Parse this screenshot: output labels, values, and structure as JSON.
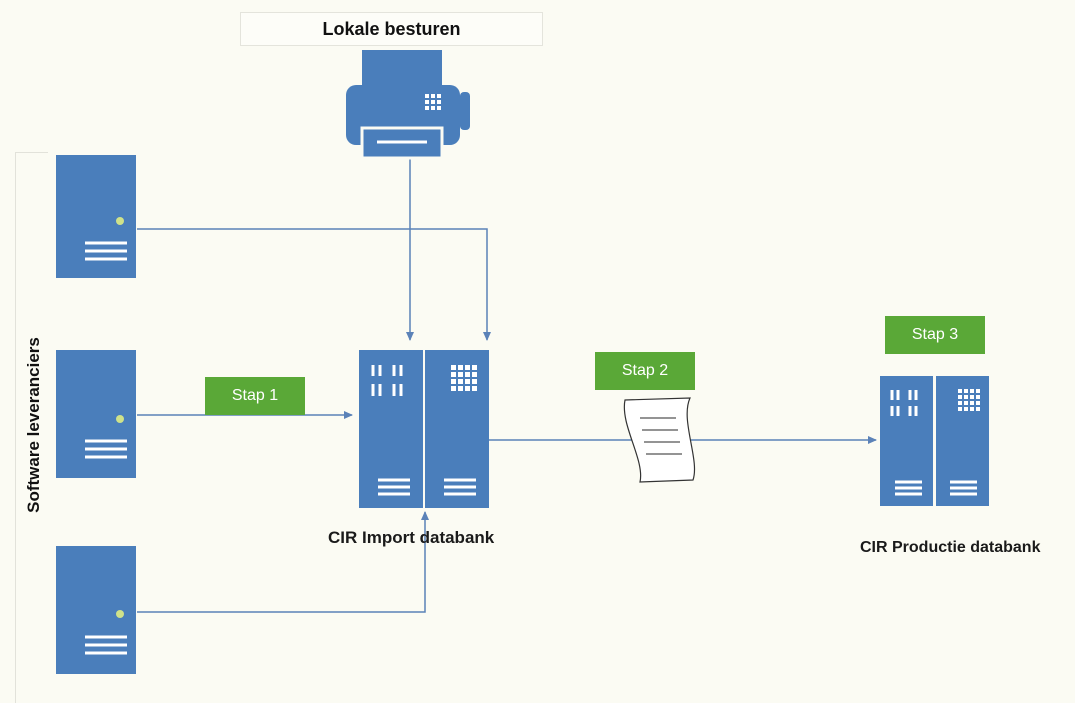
{
  "title": "Lokale besturen",
  "side_label": "Software leveranciers",
  "steps": {
    "stap1": "Stap 1",
    "stap2": "Stap 2",
    "stap3": "Stap 3"
  },
  "labels": {
    "import_db": "CIR Import databank",
    "production_db": "CIR Productie databank"
  },
  "colors": {
    "server_blue": "#4a7ebb",
    "step_green": "#5aa837",
    "connector": "#5b82b8",
    "background": "#fbfbf3"
  },
  "icons": {
    "fax": "fax-machine-icon",
    "server": "tower-server-icon",
    "database": "server-rack-icon",
    "document": "scroll-document-icon"
  }
}
